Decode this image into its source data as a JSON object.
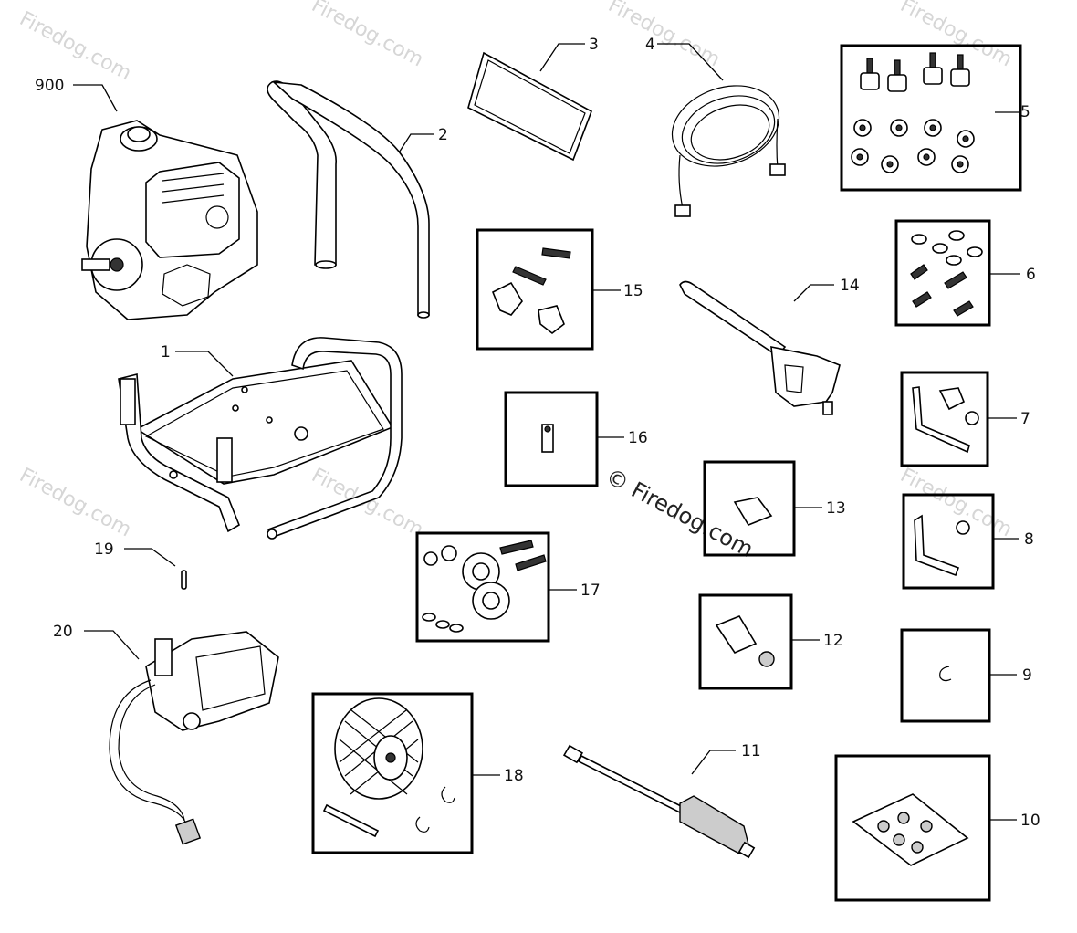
{
  "watermark": {
    "brand": "Firedog.com",
    "center": "© Firedog.com"
  },
  "labels": {
    "p900": "900",
    "p1": "1",
    "p2": "2",
    "p3": "3",
    "p4": "4",
    "p5": "5",
    "p6": "6",
    "p7": "7",
    "p8": "8",
    "p9": "9",
    "p10": "10",
    "p11": "11",
    "p12": "12",
    "p13": "13",
    "p14": "14",
    "p15": "15",
    "p16": "16",
    "p17": "17",
    "p18": "18",
    "p19": "19",
    "p20": "20"
  }
}
